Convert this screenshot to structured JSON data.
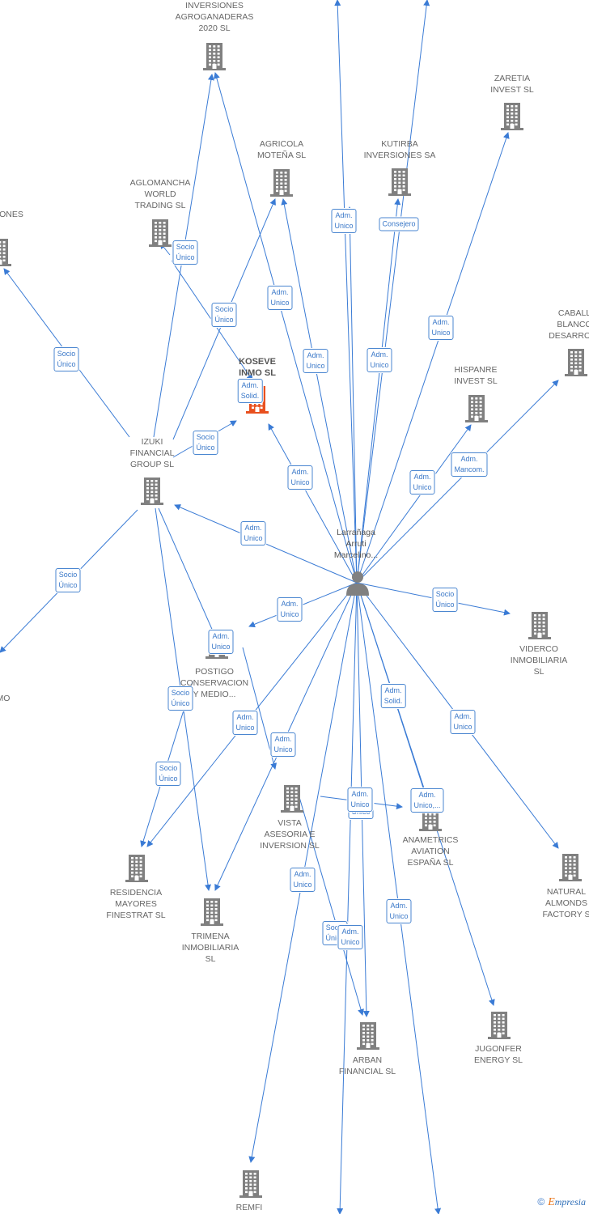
{
  "graph": {
    "center_person": {
      "label": "Larrañaga\nArruti\nMarcelino..."
    },
    "companies": [
      {
        "id": "inversiones-agroganaderas",
        "label": "INVERSIONES\nAGROGANADERAS\n2020  SL"
      },
      {
        "id": "agricola-motena",
        "label": "AGRICOLA\nMOTEÑA  SL"
      },
      {
        "id": "kutirba",
        "label": "KUTIRBA\nINVERSIONES SA"
      },
      {
        "id": "zaretia",
        "label": "ZARETIA\nINVEST  SL"
      },
      {
        "id": "aglomancha",
        "label": "AGLOMANCHA\nWORLD\nTRADING  SL"
      },
      {
        "id": "left-cut-top",
        "label": "ONES"
      },
      {
        "id": "caballo-blanco",
        "label": "CABALL\nBLANCO\nDESARROLL"
      },
      {
        "id": "koseve",
        "label": "KOSEVE\nINMO  SL"
      },
      {
        "id": "hispanre",
        "label": "HISPANRE\nINVEST  SL"
      },
      {
        "id": "izuki",
        "label": "IZUKI\nFINANCIAL\nGROUP  SL"
      },
      {
        "id": "viderco",
        "label": "VIDERCO\nINMOBILIARIA\nSL"
      },
      {
        "id": "postigo",
        "label": "POSTIGO\nCONSERVACION\nY MEDIO..."
      },
      {
        "id": "left-cut-mid",
        "label": "MO"
      },
      {
        "id": "vista-asesoria",
        "label": "VISTA\nASESORIA E\nINVERSION SL"
      },
      {
        "id": "anametrics",
        "label": "ANAMETRICS\nAVIATION\nESPAÑA  SL"
      },
      {
        "id": "natural-almonds",
        "label": "NATURAL\nALMONDS\nFACTORY  S"
      },
      {
        "id": "residencia-mayores",
        "label": "RESIDENCIA\nMAYORES\nFINESTRAT  SL"
      },
      {
        "id": "trimena",
        "label": "TRIMENA\nINMOBILIARIA\nSL"
      },
      {
        "id": "arban",
        "label": "ARBAN\nFINANCIAL  SL"
      },
      {
        "id": "jugonfer",
        "label": "JUGONFER\nENERGY SL"
      },
      {
        "id": "remfi",
        "label": "REMFI"
      }
    ],
    "relations": [
      {
        "label": "Adm.\nUnico"
      },
      {
        "label": "Consejero"
      },
      {
        "label": "Socio\nÚnico"
      },
      {
        "label": "Socio\nÚnico"
      },
      {
        "label": "Adm.\nUnico"
      },
      {
        "label": "Adm.\nUnico"
      },
      {
        "label": "Socio\nÚnico"
      },
      {
        "label": "Adm.\nUnico"
      },
      {
        "label": "Adm.\nUnico"
      },
      {
        "label": "Adm.\nSolid."
      },
      {
        "label": "Socio\nÚnico"
      },
      {
        "label": "Adm.\nUnico"
      },
      {
        "label": "Adm.\nMancom."
      },
      {
        "label": "Adm.\nUnico"
      },
      {
        "label": "Adm.\nUnico"
      },
      {
        "label": "Adm.\nUnico"
      },
      {
        "label": "Socio\nÚnico"
      },
      {
        "label": "Adm.\nUnico"
      },
      {
        "label": "Socio\nÚnico"
      },
      {
        "label": "Socio\nÚnico"
      },
      {
        "label": "Adm.\nSolid."
      },
      {
        "label": "Adm.\nUnico"
      },
      {
        "label": "Adm.\nUnico"
      },
      {
        "label": "Adm.\nUnico"
      },
      {
        "label": "Adm.\nUnico"
      },
      {
        "label": "Adm.\nUnico,..."
      },
      {
        "label": "Socio\nÚnico"
      },
      {
        "label": "Adm.\nUnico"
      },
      {
        "label": "Adm.\nUnico"
      },
      {
        "label": "Socio\nÚnico"
      },
      {
        "label": "Adm.\nUnico"
      },
      {
        "label": "Adm.\nUnico"
      }
    ],
    "colors": {
      "edge": "#3a7bd5",
      "node": "#808080",
      "focus_node": "#e8501f"
    }
  },
  "footer": {
    "copyright_symbol": "©",
    "brand_initial": "E",
    "brand_rest": "mpresia"
  }
}
